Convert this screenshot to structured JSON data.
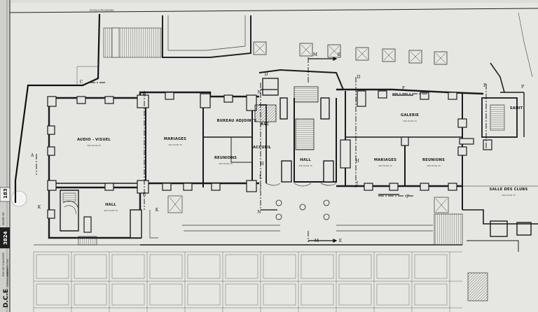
{
  "header_note": "ÉCHELLE PROVISOIRE",
  "rooms": {
    "audio_visuel": {
      "label": "AUDIO - VISUEL",
      "sub": "200 PLAN 70"
    },
    "mariages_left": {
      "label": "MARIAGES",
      "sub": "200 PLAN 70"
    },
    "bureau_adjoints": {
      "label": "BUREAU ADJOINTS",
      "sub": ""
    },
    "asc": {
      "label": "ASC",
      "sub": ""
    },
    "accueil": {
      "label": "ACCUEIL",
      "sub": ""
    },
    "reunions_left": {
      "label": "REUNIONS",
      "sub": "200 PLAN 70"
    },
    "hall_center": {
      "label": "HALL",
      "sub": "200 PLAN 70"
    },
    "galerie": {
      "label": "GALERIE",
      "sub": "200 PLAN 70"
    },
    "mariages_right": {
      "label": "MARIAGES",
      "sub": "200 PLAN 70"
    },
    "reunions_right": {
      "label": "REUNIONS",
      "sub": "200 PLAN 70"
    },
    "hall_left": {
      "label": "HALL",
      "sub": "200 PLAN 70"
    },
    "sanit": {
      "label": "SANIT",
      "sub": ""
    },
    "salle_des_clubs": {
      "label": "SALLE DES CLUBS",
      "sub": "200 PLAN 70"
    }
  },
  "section_marks": {
    "M": "M",
    "E": "E",
    "D": "D",
    "N": "N",
    "F": "F",
    "H": "H",
    "P": "P",
    "G": "G",
    "K": "K",
    "J": "J",
    "L": "L",
    "A": "A",
    "C": "C"
  },
  "side_strip": {
    "number": "183",
    "code": "3824",
    "dce": "D.C.E",
    "line1": "MAIRIE DE",
    "line2": "REZ DE CHAUSSEE",
    "line3": "ARCHITECTES",
    "line4": "AMENAGEMENT"
  }
}
